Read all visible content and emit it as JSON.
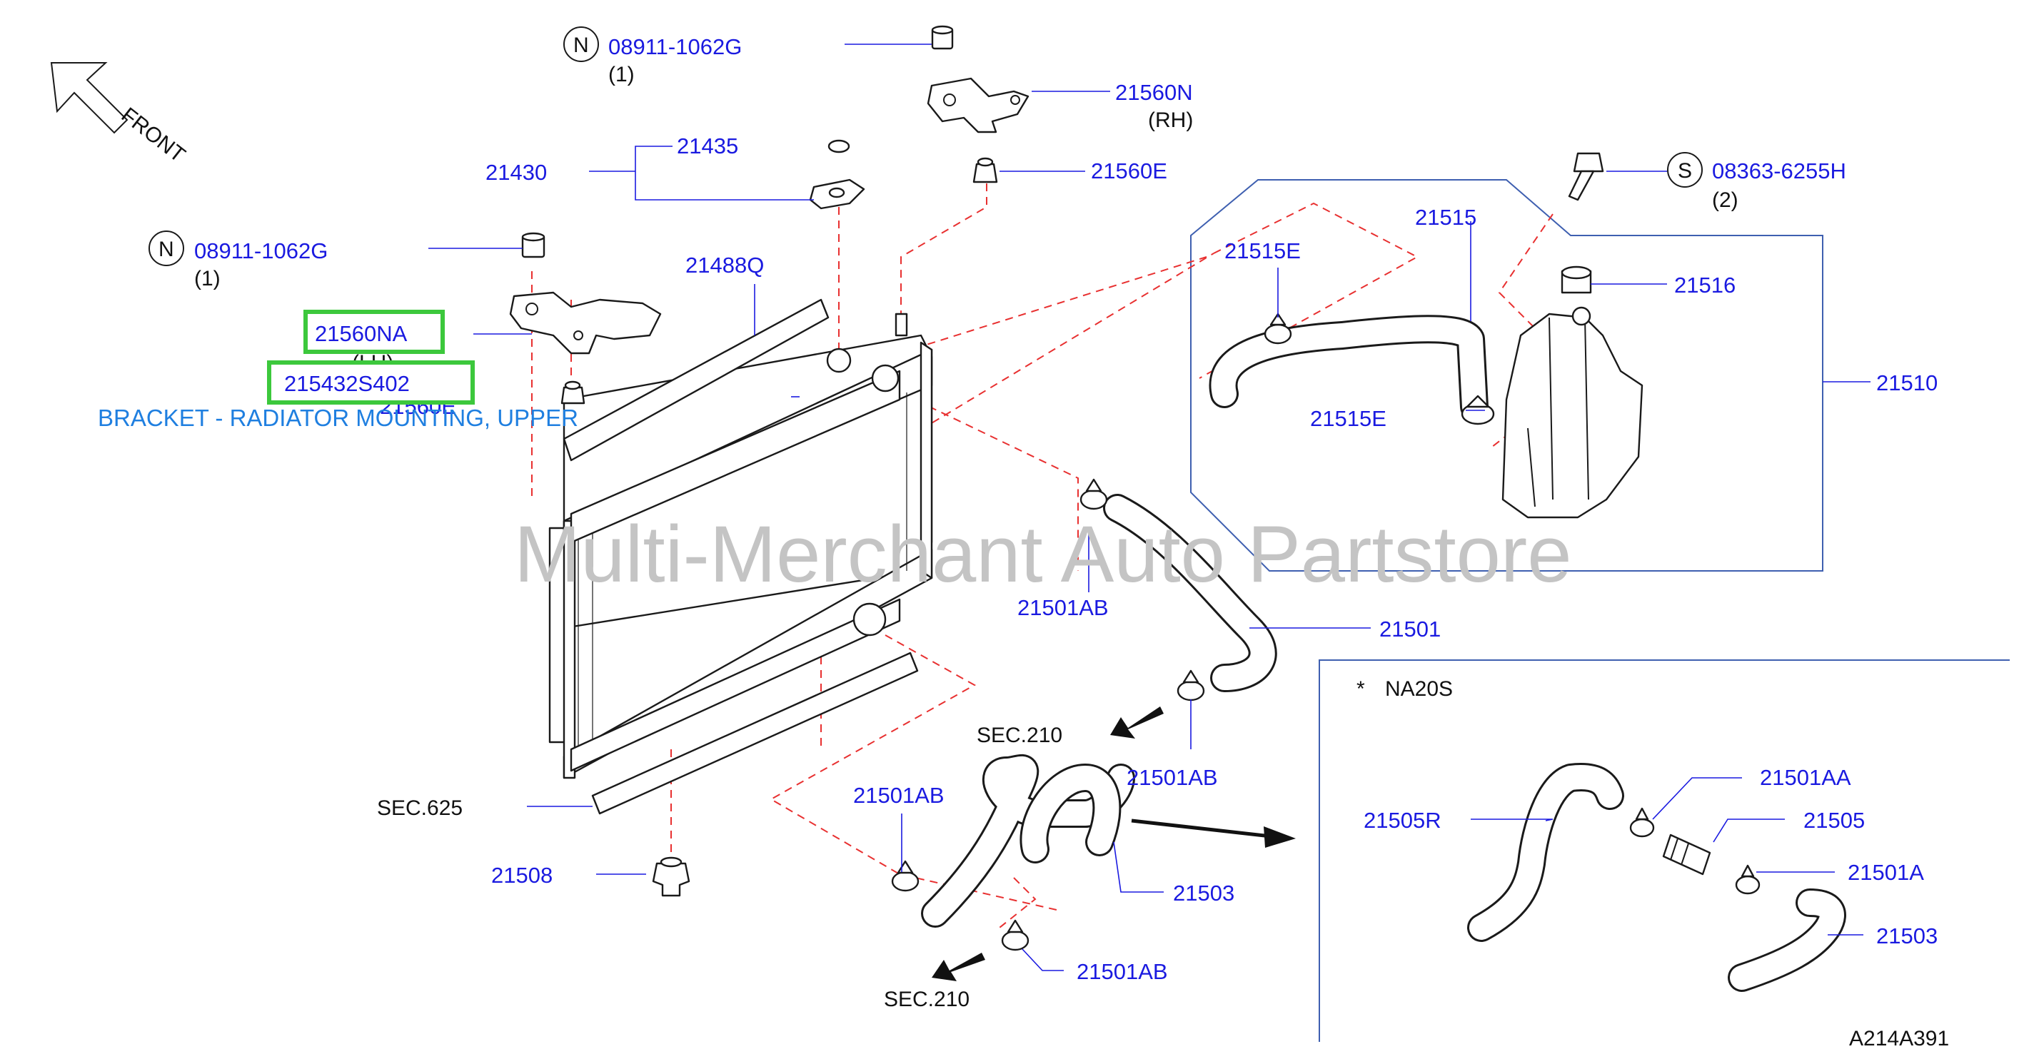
{
  "watermark": "Multi-Merchant Auto Partstore",
  "direction_label": "FRONT",
  "diagram_code": "A214A391",
  "highlight_title": "BRACKET - RADIATOR MOUNTING, UPPER",
  "inset_note_mark": "*",
  "inset_note": "NA20S",
  "colors": {
    "part_number": "#1a1ae0",
    "dash": "#e83030",
    "highlight": "#3cc83c",
    "frame": "#3e5fb0"
  },
  "callouts": {
    "n_top": {
      "symbol": "N",
      "number": "08911-1062G",
      "qty": "(1)"
    },
    "n_mid": {
      "symbol": "N",
      "number": "08911-1062G",
      "qty": "(1)"
    },
    "s_bolt": {
      "symbol": "S",
      "number": "08363-6255H",
      "qty": "(2)"
    },
    "p21560N": {
      "number": "21560N",
      "note": "(RH)"
    },
    "p21560E_top": {
      "number": "21560E"
    },
    "p21435": {
      "number": "21435"
    },
    "p21430": {
      "number": "21430"
    },
    "p21488Q": {
      "number": "21488Q"
    },
    "p21560NA": {
      "number": "21560NA",
      "note": "(LH)"
    },
    "p215432S402": {
      "number": "215432S402"
    },
    "p21560E_lh": {
      "number": "21560E"
    },
    "p21515": {
      "number": "21515"
    },
    "p21515E_a": {
      "number": "21515E"
    },
    "p21515E_b": {
      "number": "21515E"
    },
    "p21516": {
      "number": "21516"
    },
    "p21510": {
      "number": "21510"
    },
    "p21501AB_a": {
      "number": "21501AB"
    },
    "p21501": {
      "number": "21501"
    },
    "p21501AB_b": {
      "number": "21501AB"
    },
    "p21501AB_c": {
      "number": "21501AB"
    },
    "p21503": {
      "number": "21503"
    },
    "p21501AB_d": {
      "number": "21501AB"
    },
    "p21508": {
      "number": "21508"
    },
    "sec625": {
      "label": "SEC.625"
    },
    "sec210_a": {
      "label": "SEC.210"
    },
    "sec210_b": {
      "label": "SEC.210"
    },
    "p21505R": {
      "number": "21505R"
    },
    "p21501AA": {
      "number": "21501AA"
    },
    "p21505": {
      "number": "21505"
    },
    "p21501A": {
      "number": "21501A"
    },
    "p21503_inset": {
      "number": "21503"
    }
  }
}
